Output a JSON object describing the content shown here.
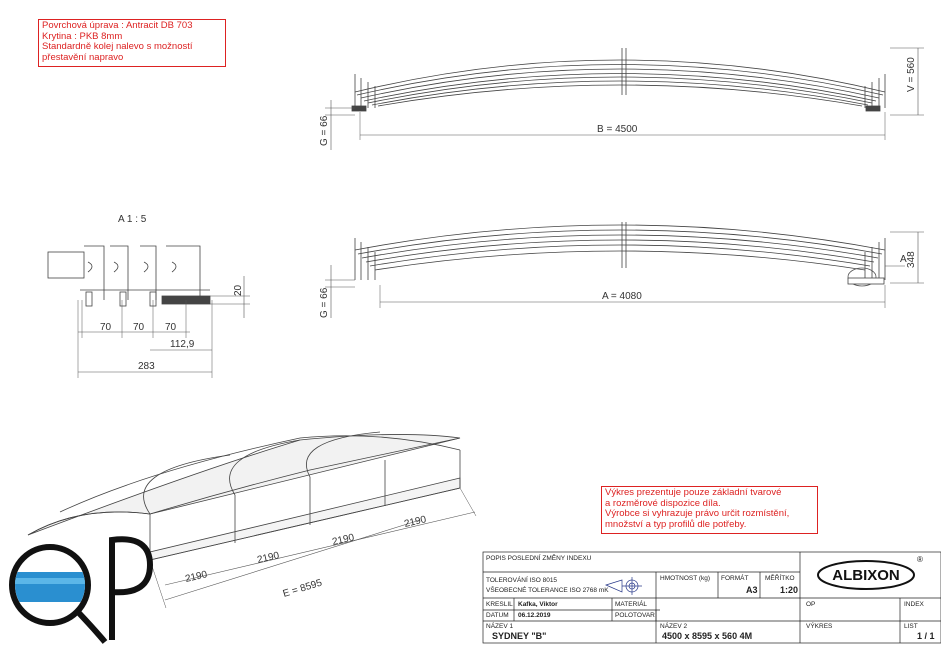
{
  "notes": {
    "top_left": [
      "Povrchová úprava : Antracit DB 703",
      "Krytina : PKB 8mm",
      "Standardně kolej nalevo s možností",
      "přestavění napravo"
    ],
    "bottom_right": [
      "Výkres prezentuje pouze základní tvarové",
      "a rozměrové dispozice díla.",
      "Výrobce si vyhrazuje právo určit rozmístění,",
      "množství a typ profilů dle potřeby."
    ]
  },
  "dimensions": {
    "front_width": "B = 4500",
    "front_height": "V = 560",
    "front_rail": "G = 66",
    "rear_width": "A = 4080",
    "rear_height": "348",
    "rear_rail": "G = 66",
    "rear_marker": "A",
    "detail_title": "A 1 : 5",
    "detail_spacing_1": "70",
    "detail_spacing_2": "70",
    "detail_spacing_3": "70",
    "detail_height": "20",
    "detail_offset": "112,9",
    "detail_total": "283",
    "iso_segment_1": "2190",
    "iso_segment_2": "2190",
    "iso_segment_3": "2190",
    "iso_segment_4": "2190",
    "iso_length": "E = 8595"
  },
  "logo": {
    "letters": "QP"
  },
  "title_block": {
    "revision_header": "POPIS POSLEDNÍ ZMĚNY INDEXU",
    "tolerance_1": "TOLEROVÁNÍ ISO 8015",
    "tolerance_2": "VŠEOBECNÉ TOLERANCE ISO 2768 mK",
    "mass_label": "HMOTNOST (kg)",
    "format_label": "FORMÁT",
    "format_value": "A3",
    "scale_label": "MĚŘÍTKO",
    "scale_value": "1:20",
    "brand": "ALBIXON",
    "brand_mark": "®",
    "drawn_label": "KRESLIL",
    "drawn_value": "Kafka, Viktor",
    "material_label": "MATERIÁL",
    "date_label": "DATUM",
    "date_value": "06.12.2019",
    "semi_label": "POLOTOVAR",
    "op_label": "OP",
    "index_label": "INDEX",
    "name1_label": "NÁZEV 1",
    "name1_value": "SYDNEY \"B\"",
    "name2_label": "NÁZEV 2",
    "name2_value": "4500 x 8595 x 560   4M",
    "drawing_label": "VÝKRES",
    "sheet_label": "LIST",
    "sheet_value": "1 / 1"
  }
}
